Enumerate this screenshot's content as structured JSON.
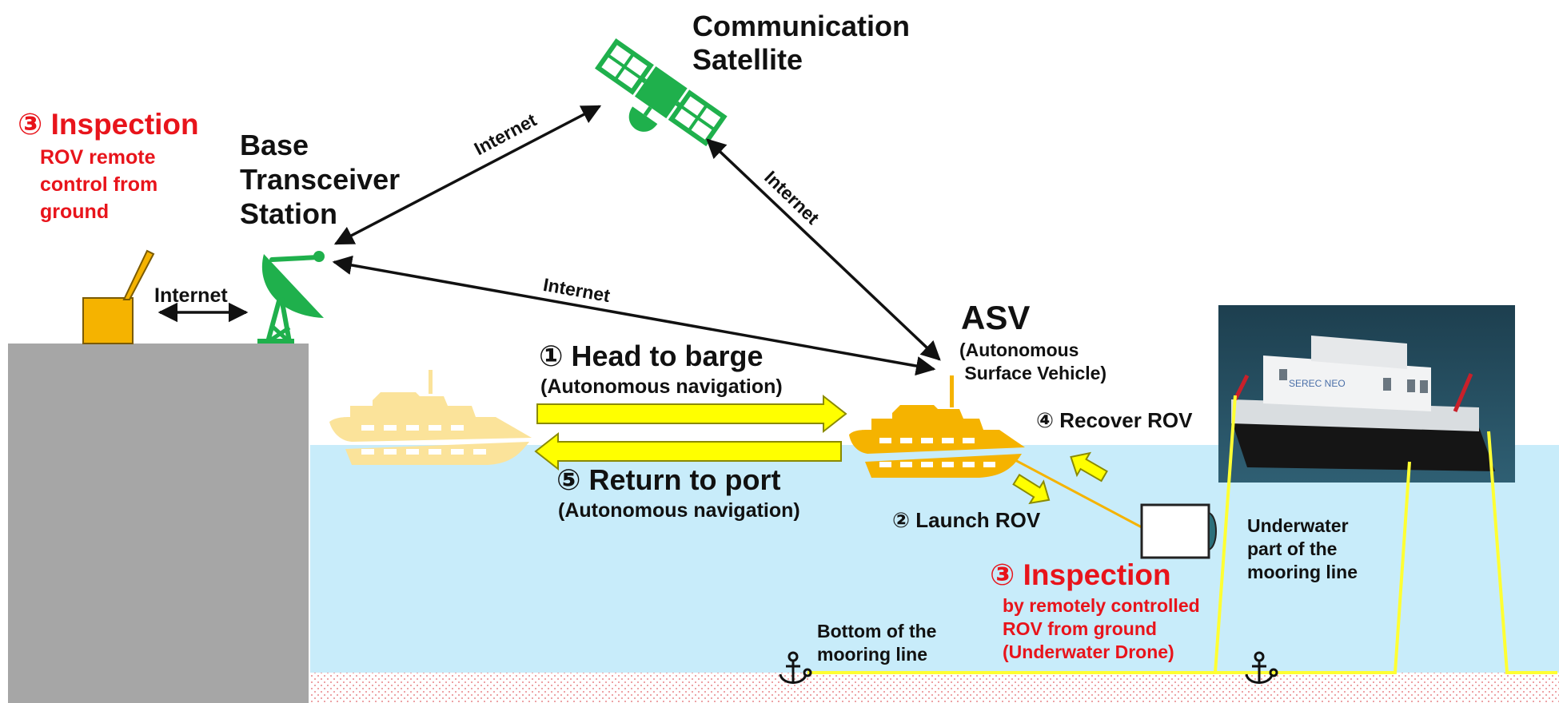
{
  "labels": {
    "satellite": "Communication\nSatellite",
    "base_station": "Base\nTransceiver\nStation",
    "inspection_ground_title": "③ Inspection",
    "inspection_ground_desc": "ROV remote\ncontrol from\nground",
    "internet_ground": "Internet",
    "internet_bts_sat": "Internet",
    "internet_sat_asv": "Internet",
    "internet_bts_asv": "Internet",
    "asv_title": "ASV",
    "asv_desc": "(Autonomous\n Surface Vehicle)",
    "head_to_barge": "① Head to barge",
    "head_to_barge_desc": "(Autonomous navigation)",
    "return_to_port": "⑤ Return to port",
    "return_to_port_desc": "(Autonomous navigation)",
    "recover_rov": "④ Recover ROV",
    "launch_rov": "② Launch ROV",
    "inspection_rov_title": "③ Inspection",
    "inspection_rov_desc": "by remotely controlled\nROV from ground\n(Underwater Drone)",
    "underwater_part": "Underwater\npart of the\nmooring line",
    "bottom_part": "Bottom of the\nmooring line",
    "barge_brand": "SEREC NEO"
  },
  "colors": {
    "sea": "#c8ecfa",
    "land": "#a6a6a6",
    "satellite_green": "#1fb04c",
    "asv_orange": "#f5b300",
    "asv_faded": "#fbe39a",
    "arrow_yellow": "#ffff00",
    "mooring_yellow": "#ffff33",
    "text_red": "#e8141b",
    "seabed_dot": "#e8868a"
  }
}
